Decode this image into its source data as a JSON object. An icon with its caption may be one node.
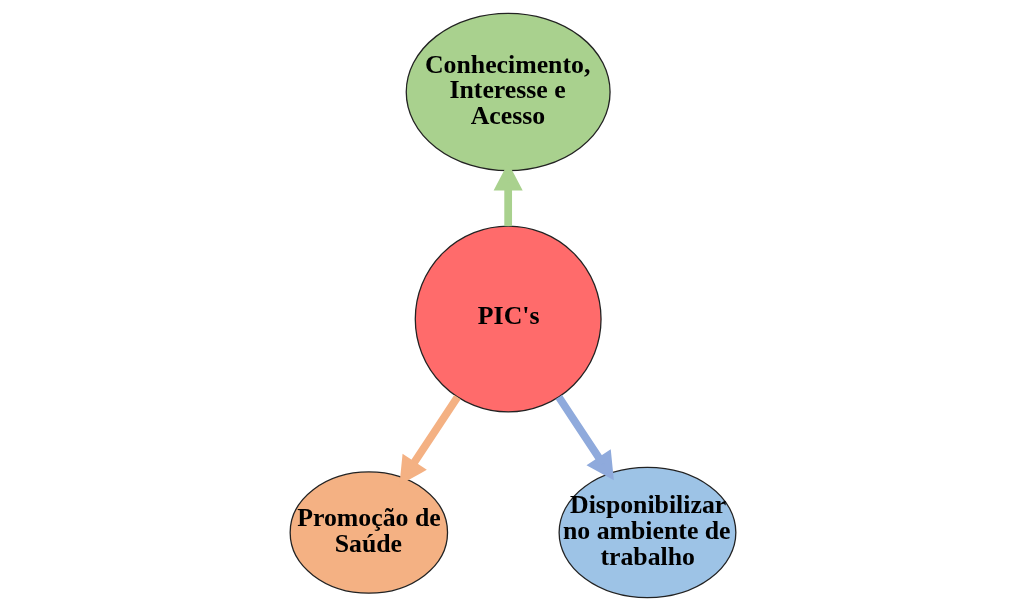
{
  "diagram": {
    "nodes": [
      {
        "text": [
          "Conhecimento, Interesse e Acesso"
        ]
      },
      {
        "text": [
          "PIC's"
        ]
      },
      {
        "text": [
          "Promoção de Saúde"
        ]
      },
      {
        "text": [
          "Disponibilizar no ambiente de trabalho"
        ]
      }
    ],
    "edges": [
      {
        "from": 1,
        "to": 0,
        "arrow": "to",
        "color": "#a9d18e"
      },
      {
        "from": 1,
        "to": 2,
        "arrow": "to",
        "color": "#f4b183"
      },
      {
        "from": 1,
        "to": 3,
        "arrow": "to",
        "color": "#8faadc"
      }
    ]
  }
}
